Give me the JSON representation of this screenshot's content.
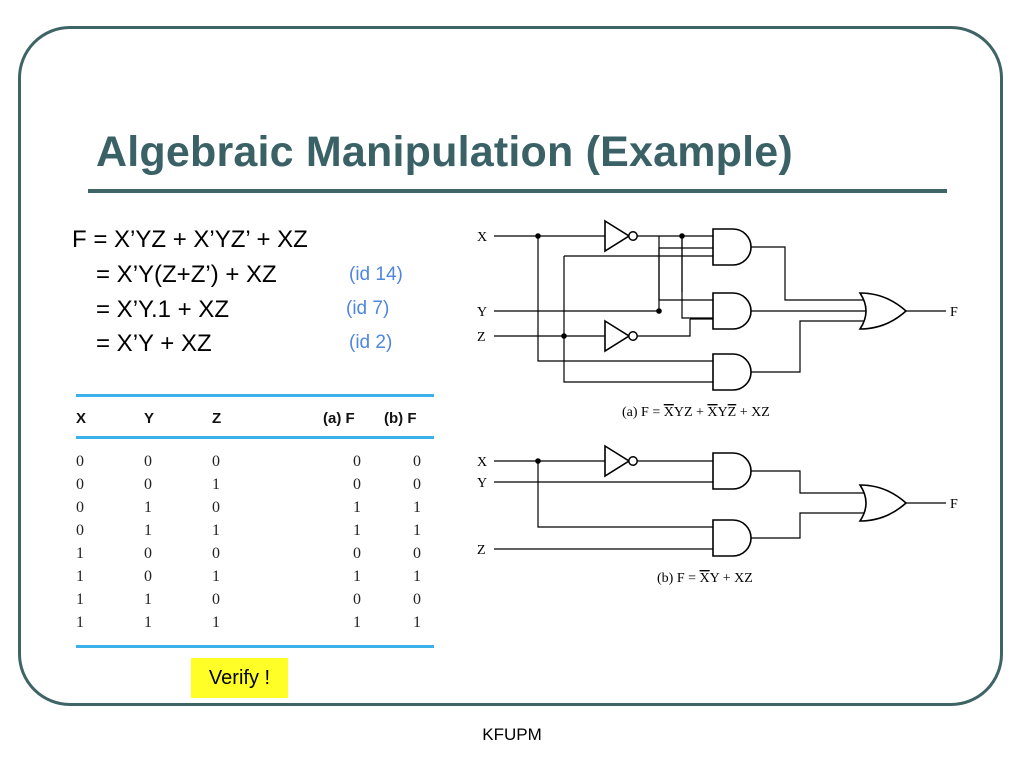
{
  "slide": {
    "title": "Algebraic Manipulation (Example)",
    "footer": "KFUPM",
    "verify_label": "Verify !"
  },
  "equations": [
    {
      "text": "F = X’YZ + X’YZ’ + XZ",
      "note": ""
    },
    {
      "text": "= X’Y(Z+Z’) + XZ",
      "note": "(id 14)"
    },
    {
      "text": "= X’Y.1 + XZ",
      "note": "(id 7)"
    },
    {
      "text": "= X’Y + XZ",
      "note": "(id 2)"
    }
  ],
  "truth_table": {
    "headers": [
      "X",
      "Y",
      "Z",
      "(a) F",
      "(b) F"
    ],
    "rows": [
      [
        "0",
        "0",
        "0",
        "0",
        "0"
      ],
      [
        "0",
        "0",
        "1",
        "0",
        "0"
      ],
      [
        "0",
        "1",
        "0",
        "1",
        "1"
      ],
      [
        "0",
        "1",
        "1",
        "1",
        "1"
      ],
      [
        "1",
        "0",
        "0",
        "0",
        "0"
      ],
      [
        "1",
        "0",
        "1",
        "1",
        "1"
      ],
      [
        "1",
        "1",
        "0",
        "0",
        "0"
      ],
      [
        "1",
        "1",
        "1",
        "1",
        "1"
      ]
    ]
  },
  "circuit_a": {
    "inputs": [
      "X",
      "Y",
      "Z"
    ],
    "output": "F",
    "caption_prefix": "(a)  F = ",
    "caption_terms": [
      {
        "bar": "X",
        "rest": "YZ + "
      },
      {
        "bar": "X",
        "rest": "Y"
      },
      {
        "bar": "Z",
        "rest": " + XZ"
      }
    ]
  },
  "circuit_b": {
    "inputs": [
      "X",
      "Y",
      "Z"
    ],
    "output": "F",
    "caption_prefix": "(b)  F = ",
    "caption_bar": "X",
    "caption_rest": "Y + XZ"
  },
  "colors": {
    "frame": "#3f6466",
    "title": "#3a6266",
    "table_rule": "#3ab1e8",
    "id_note": "#4f86e0",
    "verify_bg": "#ffff27"
  }
}
